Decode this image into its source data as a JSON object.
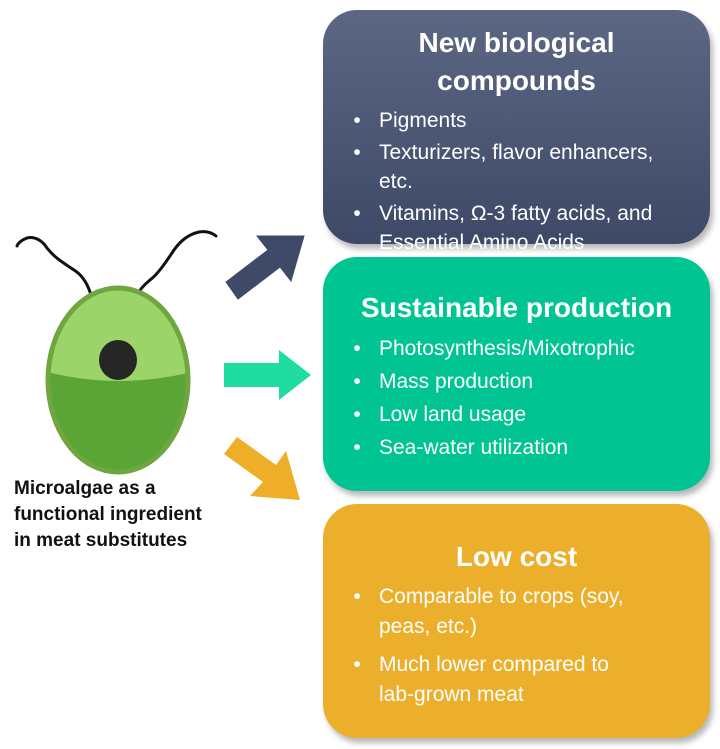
{
  "caption": {
    "line1": "Microalgae as a",
    "line2": "functional ingredient",
    "line3": "in meat substitutes"
  },
  "boxes": {
    "compounds": {
      "title_line1": "New biological",
      "title_line2": "compounds",
      "color": "#4a5573",
      "bullet": "•",
      "items": [
        {
          "line1": "Pigments",
          "line2": ""
        },
        {
          "line1": "Texturizers, flavor enhancers,",
          "line2": "etc."
        },
        {
          "line1": "Vitamins, Ω-3 fatty acids, and",
          "line2": "Essential Amino Acids"
        }
      ]
    },
    "sustainable": {
      "title": "Sustainable production",
      "color": "#00c593",
      "bullet": "•",
      "items": [
        "Photosynthesis/Mixotrophic",
        "Mass production",
        "Low land usage",
        "Sea-water utilization"
      ]
    },
    "cost": {
      "title": "Low cost",
      "color": "#ecaf2b",
      "bullet": "•",
      "items": [
        {
          "line1": "Comparable to crops (soy,",
          "line2": "peas, etc.)"
        },
        {
          "line1": "Much lower compared to",
          "line2": "lab-grown meat"
        }
      ]
    }
  },
  "colors": {
    "cell_outline": "#6fa640",
    "cell_light": "#9bd468",
    "cell_dark": "#5aa536",
    "nucleus": "#262626",
    "arrow_blue": "#3f4a68",
    "arrow_green": "#1fdca0",
    "arrow_orange": "#eeae28"
  }
}
